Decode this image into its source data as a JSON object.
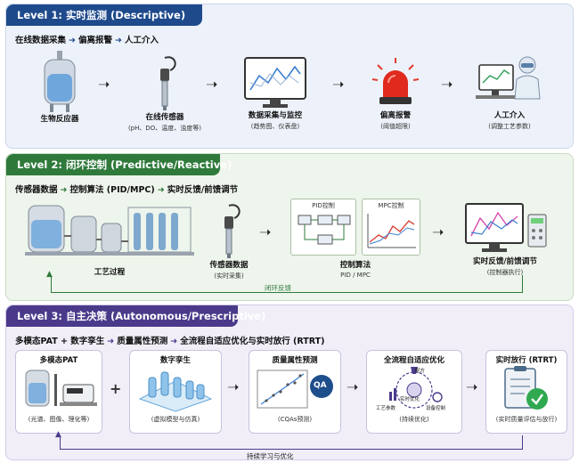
{
  "level1": {
    "title": "Level 1: 实时监测 (Descriptive)",
    "flow": [
      "在线数据采集",
      "偏离报警",
      "人工介入"
    ],
    "items": [
      {
        "caption": "生物反应器",
        "sub": ""
      },
      {
        "caption": "在线传感器",
        "sub": "(pH、DO、温度、浊度等)"
      },
      {
        "caption": "数据采集与监控",
        "sub": "(趋势图、仪表盘)"
      },
      {
        "caption": "偏离报警",
        "sub": "(阈值超限)"
      },
      {
        "caption": "人工介入",
        "sub": "(调整工艺参数)"
      }
    ]
  },
  "level2": {
    "title": "Level 2: 闭环控制 (Predictive/Reactive)",
    "flow": [
      "传感器数据",
      "控制算法 (PID/MPC)",
      "实时反馈/前馈调节"
    ],
    "items": [
      {
        "caption": "工艺过程",
        "sub": ""
      },
      {
        "caption": "传感器数据",
        "sub": "(实时采集)"
      },
      {
        "caption": "控制算法",
        "sub": "PID / MPC"
      },
      {
        "caption": "实时反馈/前馈调节",
        "sub": "(控制器执行)"
      }
    ],
    "pid_label": "PID控制",
    "mpc_label": "MPC控制",
    "loop_label": "闭环反馈"
  },
  "level3": {
    "title": "Level 3: 自主决策 (Autonomous/Prescriptive)",
    "flow": [
      "多模态PAT + 数字孪生",
      "质量属性预测",
      "全流程自适应优化与实时放行 (RTRT)"
    ],
    "boxes": [
      {
        "caption": "多模态PAT",
        "sub": "(光谱、图像、理化等)"
      },
      {
        "caption": "数字孪生",
        "sub": "(虚拟模型与仿真)"
      },
      {
        "caption": "质量属性预测",
        "sub": "(CQAs预测)"
      },
      {
        "caption": "全流程自适应优化",
        "sub": "(持续优化)"
      },
      {
        "caption": "实时放行 (RTRT)",
        "sub": "(实时质量评估与放行)"
      }
    ],
    "qa_label": "QA",
    "opt_labels": [
      "配方",
      "实时优化",
      "工艺参数",
      "设备控制"
    ],
    "plus": "+",
    "loop_label": "持续学习与优化"
  },
  "colors": {
    "level1": "#1e4a8c",
    "level2": "#2f7a3b",
    "level3": "#4b3a8a"
  }
}
